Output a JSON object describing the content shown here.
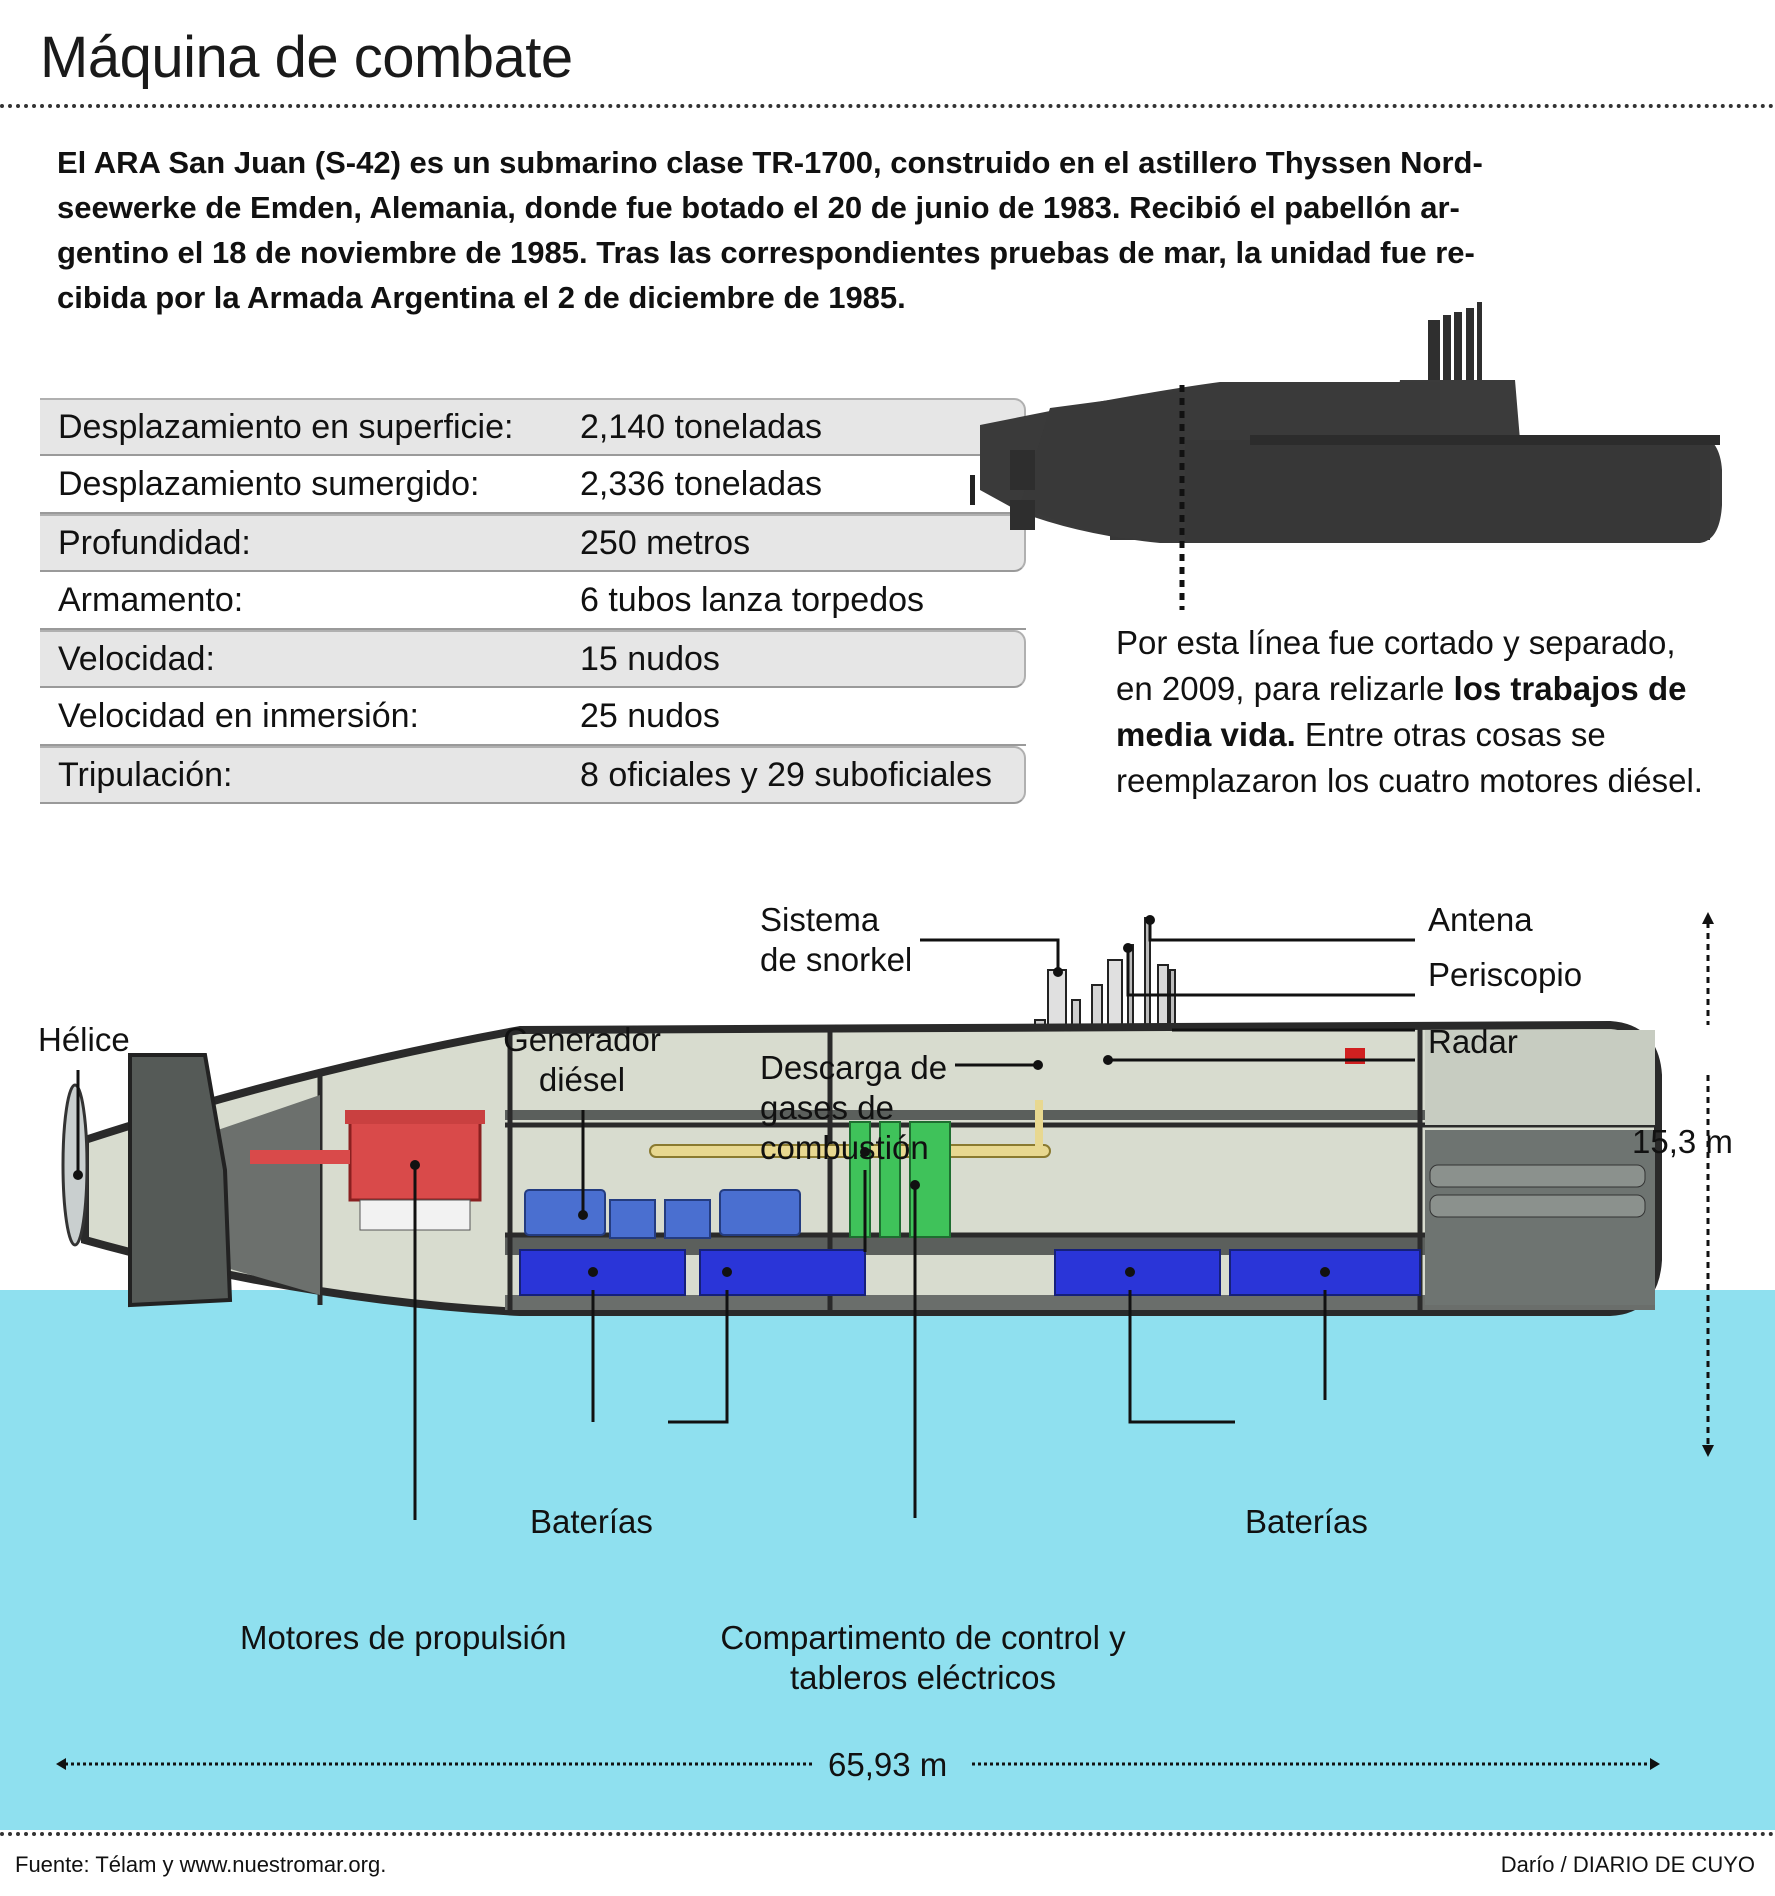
{
  "header": {
    "title": "Máquina de combate"
  },
  "intro": {
    "lines": [
      "El ARA San Juan (S-42) es un submarino clase TR-1700, construido en el astillero Thyssen Nord-",
      "seewerke de Emden, Alemania, donde fue botado el 20 de junio de 1983. Recibió el pabellón ar-",
      "gentino el 18 de noviembre de 1985. Tras las correspondientes pruebas de mar, la unidad fue re-",
      "cibida por la Armada Argentina el 2 de diciembre de 1985."
    ]
  },
  "specs": [
    {
      "label": "Desplazamiento en superficie:",
      "value": "2,140 toneladas"
    },
    {
      "label": "Desplazamiento sumergido:",
      "value": "2,336 toneladas"
    },
    {
      "label": "Profundidad:",
      "value": "250 metros"
    },
    {
      "label": "Armamento:",
      "value": "6 tubos lanza torpedos"
    },
    {
      "label": "Velocidad:",
      "value": "15 nudos"
    },
    {
      "label": "Velocidad en inmersión:",
      "value": "25 nudos"
    },
    {
      "label": "Tripulación:",
      "value": "8 oficiales y 29 suboficiales"
    }
  ],
  "cut_note": {
    "line1": "Por esta línea fue cortado y separado,",
    "line2_pre": "en 2009, para relizarle ",
    "line2_bold": "los trabajos de",
    "line3_bold": "media vida.",
    "line3_post": " Entre otras cosas se",
    "line4": "reemplazaron los cuatro motores diésel."
  },
  "diagram": {
    "labels": {
      "helice": "Hélice",
      "generador_1": "Generador",
      "generador_2": "diésel",
      "snorkel_1": "Sistema",
      "snorkel_2": "de snorkel",
      "descarga_1": "Descarga de",
      "descarga_2": "gases de",
      "descarga_3": "combustión",
      "antena": "Antena",
      "periscopio": "Periscopio",
      "radar": "Radar",
      "baterias_left": "Baterías",
      "baterias_right": "Baterías",
      "motores": "Motores de propulsión",
      "compartimento_1": "Compartimento de control y",
      "compartimento_2": "tableros eléctricos"
    },
    "height_dim": "15,3 m",
    "length_dim": "65,93 m"
  },
  "footer": {
    "source": "Fuente: Télam y www.nuestromar.org.",
    "credit": "Darío / DIARIO DE CUYO"
  },
  "colors": {
    "water": "#8fe0ef",
    "hull": "#3a3a3a",
    "battery": "#2a35d8",
    "motor": "#d94a4a",
    "generator": "#4a6fd0",
    "control": "#3fc25a",
    "exhaust": "#e8d890",
    "interior": "#d8dccf"
  }
}
